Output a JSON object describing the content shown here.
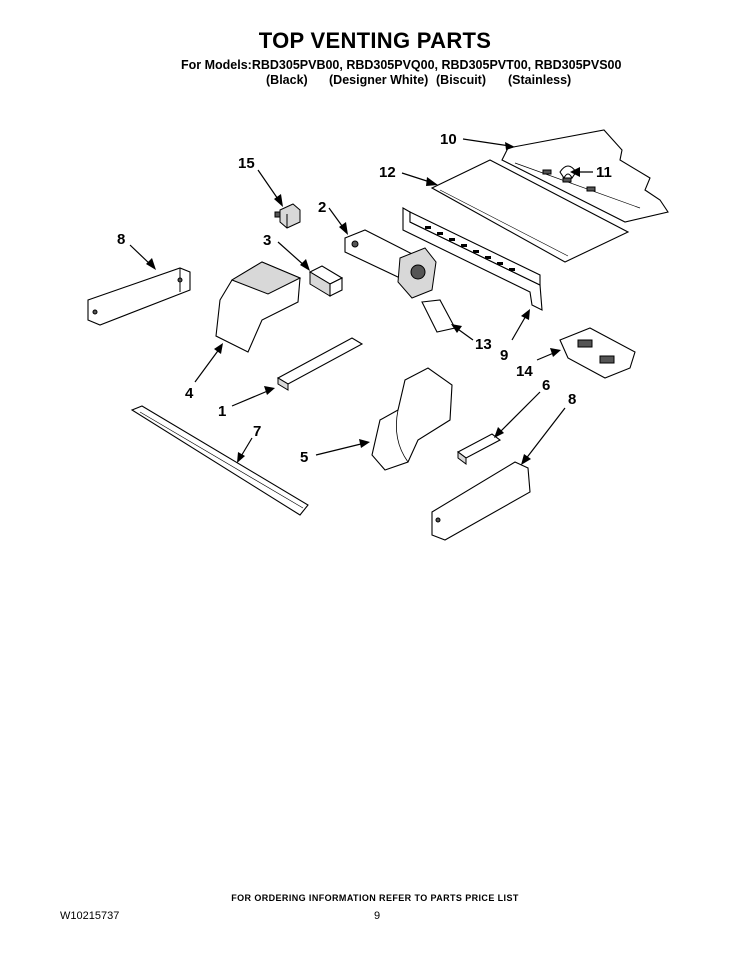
{
  "header": {
    "title": "TOP VENTING PARTS",
    "models": "For Models:RBD305PVB00, RBD305PVQ00, RBD305PVT00, RBD305PVS00",
    "colors": [
      "(Black)",
      "(Designer White)",
      "(Biscuit)",
      "(Stainless)"
    ]
  },
  "callouts": [
    "10",
    "11",
    "12",
    "15",
    "2",
    "3",
    "8",
    "9",
    "13",
    "14",
    "4",
    "1",
    "6",
    "8",
    "7",
    "5"
  ],
  "footer": {
    "ordering_note": "FOR ORDERING INFORMATION REFER TO PARTS PRICE LIST",
    "doc_number": "W10215737",
    "page_number": "9"
  }
}
